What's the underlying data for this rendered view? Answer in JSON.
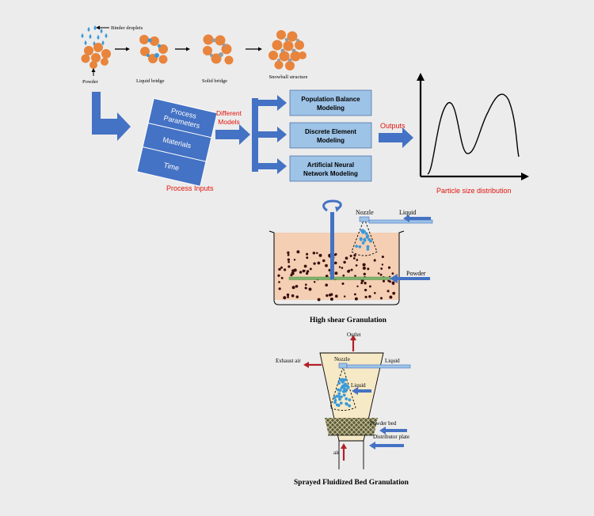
{
  "colors": {
    "background": "#ececec",
    "particle": "#e8843c",
    "droplet": "#3a9ad9",
    "arrow_blue": "#4472c4",
    "model_box": "#9dc3e6",
    "input_box": "#4472c4",
    "red_text": "#e3130b",
    "vessel_fill": "#f4cfb4",
    "bed_fill": "#f6e9c6",
    "air_arrow": "#b3202a"
  },
  "mechanism": {
    "binder_label": "Binder droplets",
    "stages": [
      "Powder",
      "Liquid bridge",
      "Solid bridge",
      "Snowball structure"
    ]
  },
  "process_inputs": {
    "rows": [
      "Process Parameters",
      "Materials",
      "Time"
    ],
    "caption": "Process Inputs"
  },
  "different_models_label": "Different Models",
  "models": [
    "Population Balance Modeling",
    "Discrete Element Modeling",
    "Artificial Neural Network Modeling"
  ],
  "outputs_label": "Outputs",
  "psd_label": "Particle size distribution",
  "high_shear": {
    "nozzle": "Nozzle",
    "liquid": "Liquid",
    "powder": "Powder",
    "title": "High shear Granulation"
  },
  "fluidized": {
    "outlet": "Outlet",
    "exhaust": "Exhaust air",
    "nozzle": "Nozzle",
    "liquid_in": "Liquid",
    "liquid_spray": "Liquid",
    "powder_bed": "Powder bed",
    "distributor": "Distributor plate",
    "air": "air",
    "title": "Sprayed Fluidized Bed Granulation"
  }
}
